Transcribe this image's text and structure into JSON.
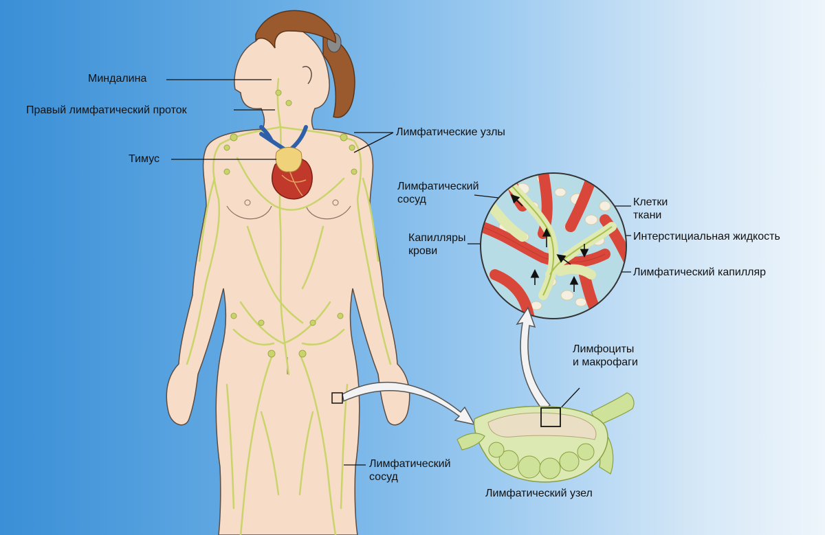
{
  "labels": {
    "tonsil": "Миндалина",
    "right_duct": "Правый лимфатический проток",
    "thymus": "Тимус",
    "lymph_nodes": "Лимфатические узлы",
    "lymph_vessel_circle": "Лимфатический\nсосуд",
    "blood_capillaries": "Капилляры\nкрови",
    "tissue_cells": "Клетки\nткани",
    "interstitial_fluid": "Интерстициальная жидкость",
    "lymph_capillary": "Лимфатический капилляр",
    "lymphocytes": "Лимфоциты\nи макрофаги",
    "lymph_vessel_leg": "Лимфатический\nсосуд",
    "lymph_node": "Лимфатический узел"
  },
  "colors": {
    "skin": "#f7dcc8",
    "skin_outline": "#5a4a40",
    "hair": "#9a5a2e",
    "lymph": "#c9d46a",
    "vein": "#2f5fa8",
    "heart": "#c0392b",
    "blood_vessel": "#d9473a",
    "fluid": "#b8dce6",
    "node_green": "#cfe29a"
  },
  "icons": [
    "arrow-icon"
  ]
}
